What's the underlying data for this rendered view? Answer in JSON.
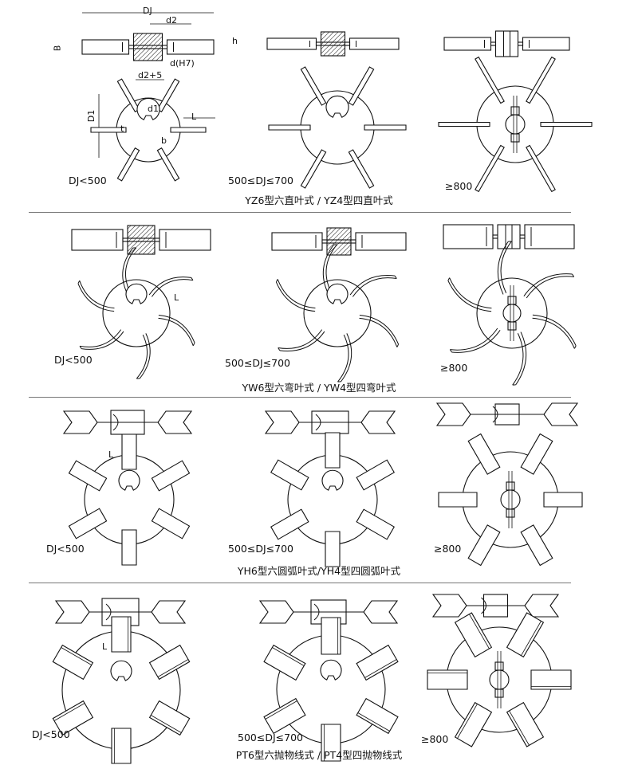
{
  "sections": [
    {
      "id": "yz",
      "caption": "YZ6型六直叶式 / YZ4型四直叶式",
      "size_labels": [
        "DJ<500",
        "500≤DJ≤700",
        "≥800"
      ],
      "dimension_labels": {
        "DJ": "DJ",
        "d2": "d2",
        "B": "B",
        "h": "h",
        "dH7": "d(H7)",
        "d2p5": "d2+5",
        "D1": "D1",
        "d1": "d1",
        "L": "L",
        "t": "t",
        "b": "b"
      }
    },
    {
      "id": "yw",
      "caption": "YW6型六弯叶式 / YW4型四弯叶式",
      "size_labels": [
        "DJ<500",
        "500≤DJ≤700",
        "≥800"
      ],
      "dimension_labels": {
        "L": "L"
      }
    },
    {
      "id": "yh",
      "caption": "YH6型六圆弧叶式/YH4型四圆弧叶式",
      "size_labels": [
        "DJ<500",
        "500≤DJ≤700",
        "≥800"
      ],
      "dimension_labels": {
        "L": "L"
      }
    },
    {
      "id": "pt",
      "caption": "PT6型六抛物线式 / PT4型四抛物线式",
      "size_labels": [
        "DJ<500",
        "500≤DJ≤700",
        "≥800"
      ],
      "dimension_labels": {
        "L": "L"
      }
    }
  ]
}
